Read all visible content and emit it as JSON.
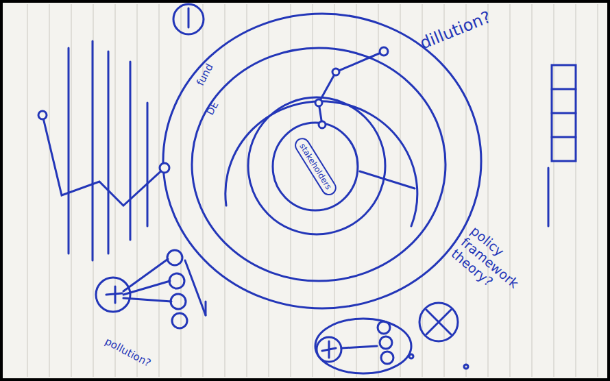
{
  "diagram": {
    "nodes": [
      {
        "text": [
          "stakeholders"
        ]
      }
    ],
    "labels": [
      "dillution?",
      "policy framework theory?",
      "pollution?",
      "fund",
      "DE"
    ]
  }
}
